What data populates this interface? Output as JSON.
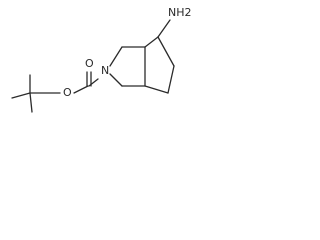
{
  "molecule": {
    "atoms": {
      "amine": "NH2",
      "carbonyl_oxygen": "O",
      "ester_oxygen": "O",
      "ring_nitrogen": "N"
    }
  },
  "colors": {
    "bond": "#2b2b2b",
    "background": "#ffffff"
  }
}
